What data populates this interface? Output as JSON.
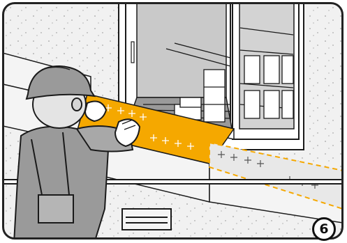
{
  "step": {
    "number": "6"
  },
  "colors": {
    "accent": "#f5a800",
    "outline": "#1a1a1a",
    "wall": "#eeeeee",
    "tape_placeholder": "#e6e6e6"
  },
  "icons": {
    "step_badge": "circled-number",
    "worker": "worker-hardhat-illustration"
  }
}
